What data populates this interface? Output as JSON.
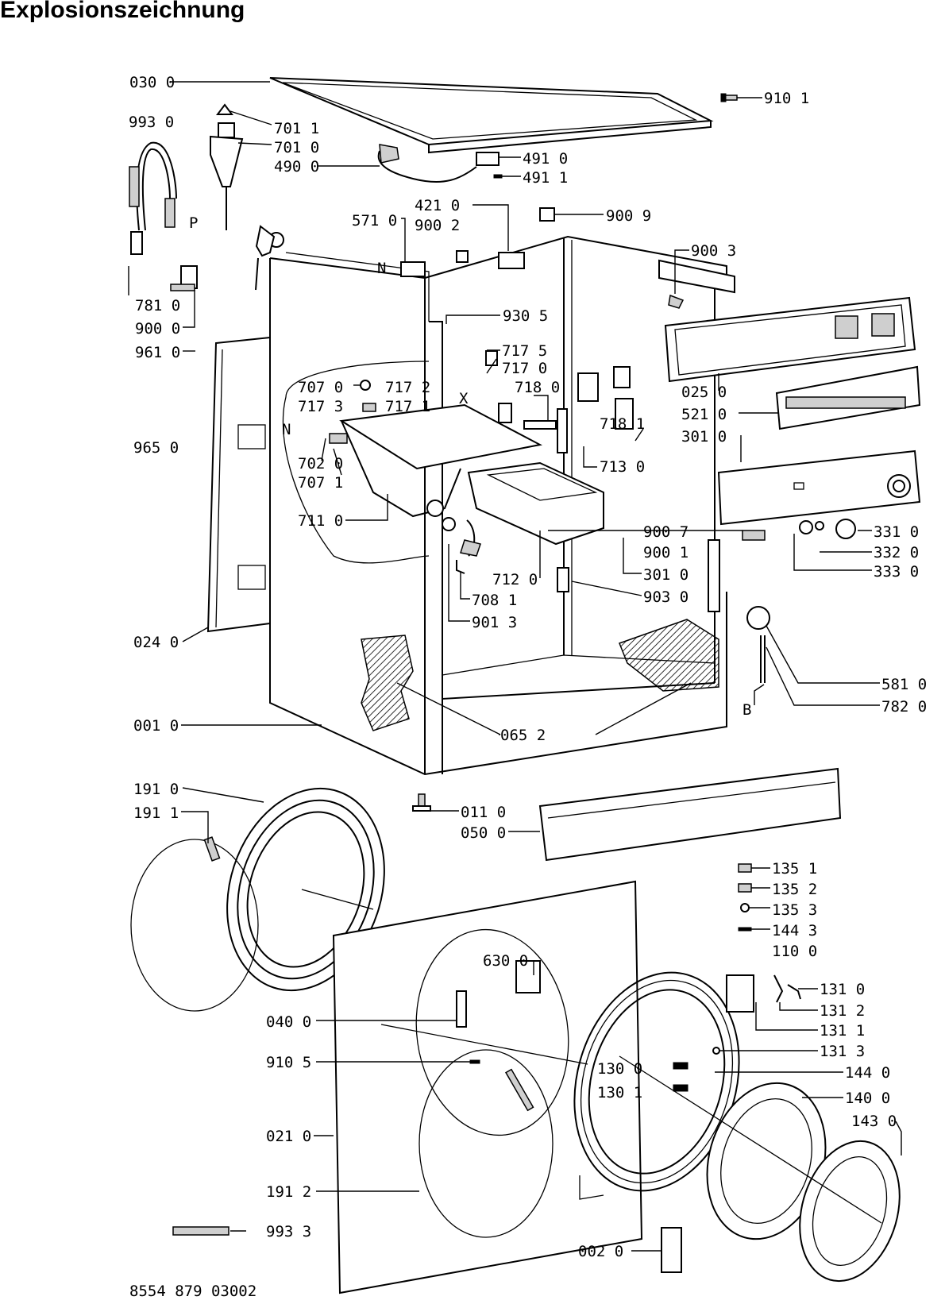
{
  "title": "Explosionszeichnung",
  "document_number": "8554 879 03002",
  "parts": {
    "p030_0": "030 0",
    "p910_1": "910 1",
    "p993_0": "993 0",
    "p701_1": "701 1",
    "p701_0": "701 0",
    "p490_0": "490 0",
    "p491_0": "491 0",
    "p491_1": "491 1",
    "p421_0": "421 0",
    "p571_0": "571 0",
    "p900_2": "900 2",
    "p900_9": "900 9",
    "p900_3": "900 3",
    "p781_0": "781 0",
    "p900_0": "900 0",
    "p961_0": "961 0",
    "p930_5": "930 5",
    "p717_5": "717 5",
    "p717_0": "717 0",
    "p718_0": "718 0",
    "p707_0": "707 0",
    "p717_2": "717 2",
    "p717_3": "717 3",
    "p717_1": "717 1",
    "p025_0": "025 0",
    "p521_0": "521 0",
    "p301_0a": "301 0",
    "p965_0": "965 0",
    "p702_0": "702 0",
    "p707_1": "707 1",
    "p718_1": "718 1",
    "p713_0": "713 0",
    "p711_0": "711 0",
    "p900_7": "900 7",
    "p331_0": "331 0",
    "p900_1": "900 1",
    "p332_0": "332 0",
    "p712_0": "712 0",
    "p301_0b": "301 0",
    "p333_0": "333 0",
    "p708_1": "708 1",
    "p903_0": "903 0",
    "p024_0": "024 0",
    "p901_3": "901 3",
    "p581_0": "581 0",
    "p782_0": "782 0",
    "p001_0": "001 0",
    "p065_2": "065 2",
    "p191_0": "191 0",
    "p191_1": "191 1",
    "p011_0": "011 0",
    "p050_0": "050 0",
    "p135_1": "135 1",
    "p135_2": "135 2",
    "p135_3": "135 3",
    "p144_3": "144 3",
    "p110_0": "110 0",
    "p630_0": "630 0",
    "p131_0": "131 0",
    "p040_0": "040 0",
    "p131_2": "131 2",
    "p131_1": "131 1",
    "p131_3": "131 3",
    "p910_5": "910 5",
    "p130_0": "130 0",
    "p144_0": "144 0",
    "p130_1": "130 1",
    "p140_0": "140 0",
    "p021_0": "021 0",
    "p143_0": "143 0",
    "p191_2": "191 2",
    "p993_3": "993 3",
    "p002_0": "002 0"
  },
  "markers": {
    "p": "P",
    "n1": "N",
    "n2": "N",
    "x": "X",
    "b": "B"
  }
}
